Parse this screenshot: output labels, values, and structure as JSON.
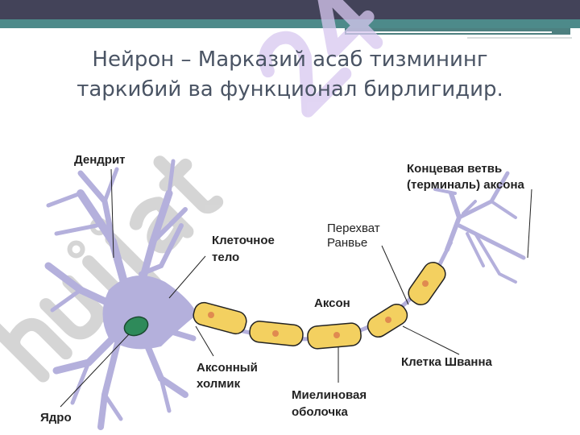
{
  "slide": {
    "title_line1": "Нейрон – Марказий асаб тизмининг",
    "title_line2": "таркибий ва функционал бирлигидир."
  },
  "watermark": "hujjat 24",
  "diagram": {
    "labels": {
      "dendrite": "Дендрит",
      "terminal_line1": "Концевая ветвь",
      "terminal_line2": "(терминаль) аксона",
      "ranvier_line1": "Перехват",
      "ranvier_line2": "Ранвье",
      "cell_body_line1": "Клеточное",
      "cell_body_line2": "тело",
      "axon": "Аксон",
      "hillock_line1": "Аксонный",
      "hillock_line2": "холмик",
      "schwann": "Клетка Шванна",
      "myelin_line1": "Миелиновая",
      "myelin_line2": "оболочка",
      "nucleus": "Ядро"
    },
    "colors": {
      "neuron": "#b4b0dc",
      "myelin": "#f3d060",
      "nucleus": "#2e8a5a",
      "schwann_nucleus": "#e08a50",
      "watermark_gray": "#c8c8c8",
      "watermark_purple": "#d8c8f0"
    }
  }
}
